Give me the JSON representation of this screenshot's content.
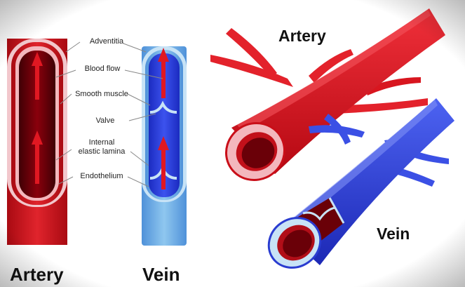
{
  "labels": {
    "adventitia": "Adventitia",
    "blood_flow": "Blood flow",
    "smooth_muscle": "Smooth muscle",
    "valve": "Valve",
    "internal_elastic_lamina_1": "Internal",
    "internal_elastic_lamina_2": "elastic lamina",
    "endothelium": "Endothelium"
  },
  "titles": {
    "artery_left": "Artery",
    "vein_left": "Vein",
    "artery_right": "Artery",
    "vein_right": "Vein"
  },
  "colors": {
    "artery_red": "#d9101a",
    "artery_dark": "#6a0008",
    "artery_pink": "#f3b7bd",
    "vein_blue": "#2f3fd8",
    "vein_light": "#8fc7ef",
    "vein_dark": "#11188f"
  }
}
